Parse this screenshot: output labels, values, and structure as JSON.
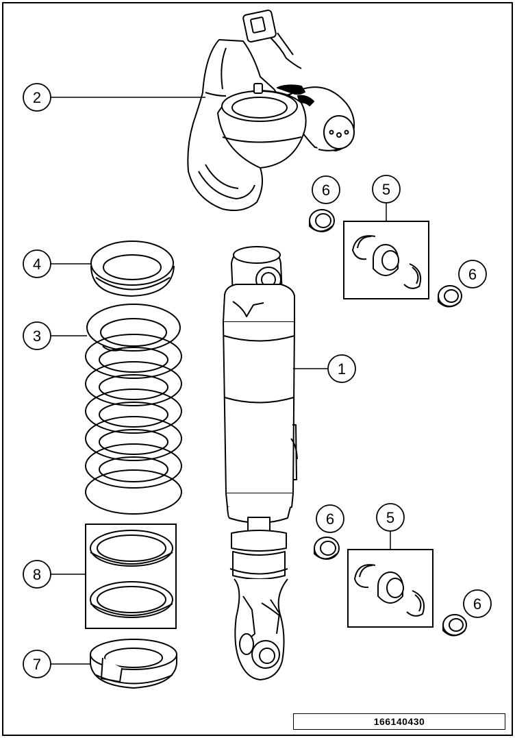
{
  "diagram": {
    "document_number": "166140430",
    "callouts": [
      {
        "id": "callout-1",
        "label": "1"
      },
      {
        "id": "callout-2",
        "label": "2"
      },
      {
        "id": "callout-3",
        "label": "3"
      },
      {
        "id": "callout-4",
        "label": "4"
      },
      {
        "id": "callout-5a",
        "label": "5"
      },
      {
        "id": "callout-5b",
        "label": "5"
      },
      {
        "id": "callout-6a",
        "label": "6"
      },
      {
        "id": "callout-6b",
        "label": "6"
      },
      {
        "id": "callout-6c",
        "label": "6"
      },
      {
        "id": "callout-6d",
        "label": "6"
      },
      {
        "id": "callout-7",
        "label": "7"
      },
      {
        "id": "callout-8",
        "label": "8"
      }
    ]
  }
}
